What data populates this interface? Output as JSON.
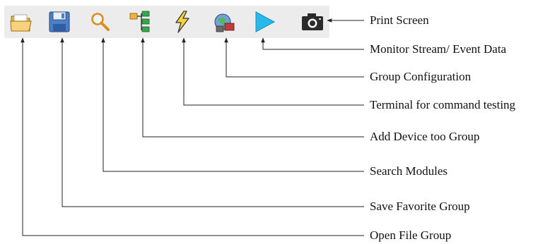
{
  "toolbar": {
    "icons": [
      {
        "name": "open-folder-icon",
        "label": "Open File Group"
      },
      {
        "name": "floppy-disk-icon",
        "label": "Save Favorite Group"
      },
      {
        "name": "magnifier-icon",
        "label": "Search Modules"
      },
      {
        "name": "device-tree-icon",
        "label": "Add Device too Group"
      },
      {
        "name": "lightning-icon",
        "label": "Terminal for command testing"
      },
      {
        "name": "group-config-icon",
        "label": "Group Configuration"
      },
      {
        "name": "play-icon",
        "label": "Monitor Stream/ Event Data"
      },
      {
        "name": "camera-icon",
        "label": "Print Screen"
      }
    ]
  },
  "colors": {
    "toolbar_bg": "#ececec",
    "line": "#222222"
  }
}
